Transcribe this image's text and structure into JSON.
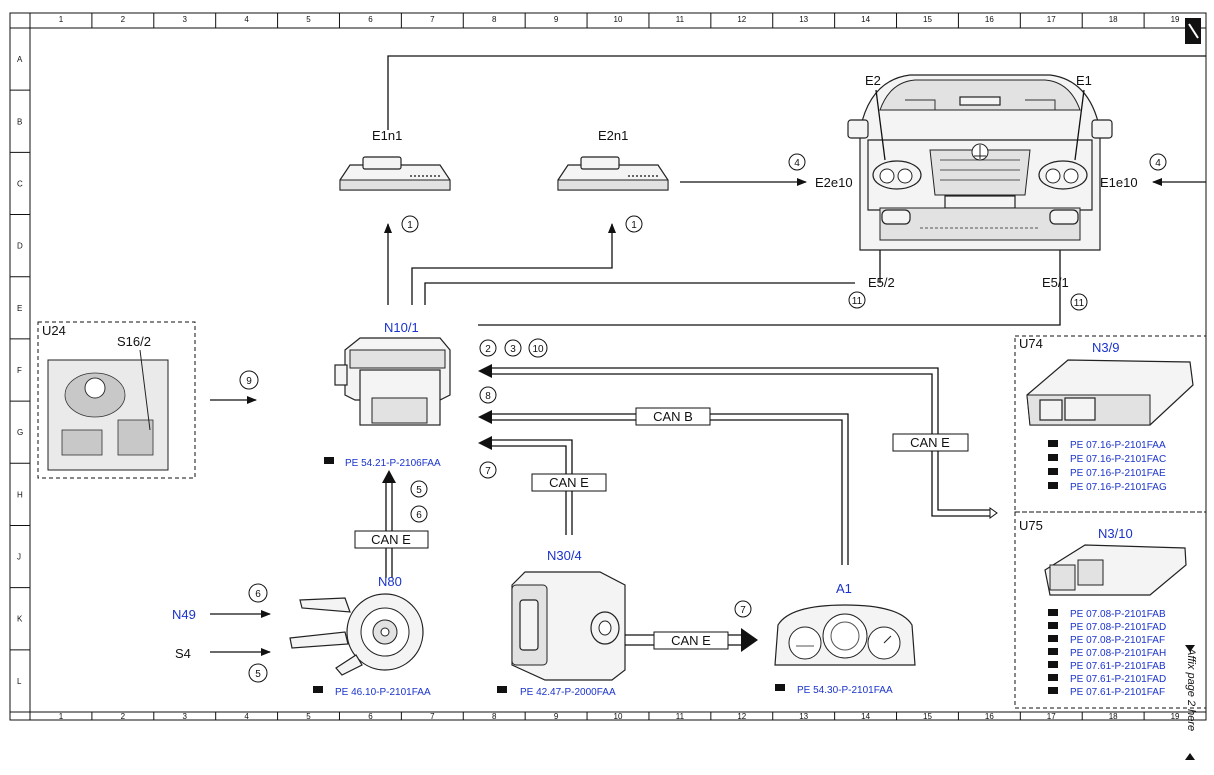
{
  "border": {
    "cols": [
      "1",
      "2",
      "3",
      "4",
      "5",
      "6",
      "7",
      "8",
      "9",
      "10",
      "11",
      "12",
      "13",
      "14",
      "15",
      "16",
      "17",
      "18",
      "19"
    ],
    "rows": [
      "A",
      "B",
      "C",
      "D",
      "E",
      "F",
      "G",
      "H",
      "J",
      "K",
      "L"
    ]
  },
  "components": {
    "e1n1": "E1n1",
    "e2n1": "E2n1",
    "e2": "E2",
    "e1": "E1",
    "e2e10": "E2e10",
    "e1e10": "E1e10",
    "e5_2": "E5/2",
    "e5_1": "E5/1",
    "u24": "U24",
    "s16_2": "S16/2",
    "n10_1": "N10/1",
    "n80": "N80",
    "n49": "N49",
    "s4": "S4",
    "n30_4": "N30/4",
    "a1": "A1",
    "u74": "U74",
    "n3_9": "N3/9",
    "u75": "U75",
    "n3_10": "N3/10"
  },
  "bus_labels": {
    "can_b": "CAN B",
    "can_e_right": "CAN E",
    "can_e_mid": "CAN E",
    "can_e_n80": "CAN E",
    "can_e_a1": "CAN E"
  },
  "circles": {
    "c1a": "1",
    "c1b": "1",
    "c4a": "4",
    "c4b": "4",
    "c11a": "11",
    "c11b": "11",
    "c9": "9",
    "c2": "2",
    "c3": "3",
    "c10": "10",
    "c8": "8",
    "c7a": "7",
    "c5a": "5",
    "c6a": "6",
    "c6b": "6",
    "c5b": "5",
    "c7b": "7"
  },
  "refs": {
    "n10_1": "PE 54.21-P-2106FAA",
    "n80": "PE 46.10-P-2101FAA",
    "n30_4": "PE 42.47-P-2000FAA",
    "a1": "PE 54.30-P-2101FAA",
    "u74": [
      "PE 07.16-P-2101FAA",
      "PE 07.16-P-2101FAC",
      "PE 07.16-P-2101FAE",
      "PE 07.16-P-2101FAG"
    ],
    "u75": [
      "PE 07.08-P-2101FAB",
      "PE 07.08-P-2101FAD",
      "PE 07.08-P-2101FAF",
      "PE 07.08-P-2101FAH",
      "PE 07.61-P-2101FAB",
      "PE 07.61-P-2101FAD",
      "PE 07.61-P-2101FAF"
    ]
  },
  "side_note": "Affix page 2 here",
  "colors": {
    "label_blue": "#1a33cc",
    "line": "#111111"
  }
}
